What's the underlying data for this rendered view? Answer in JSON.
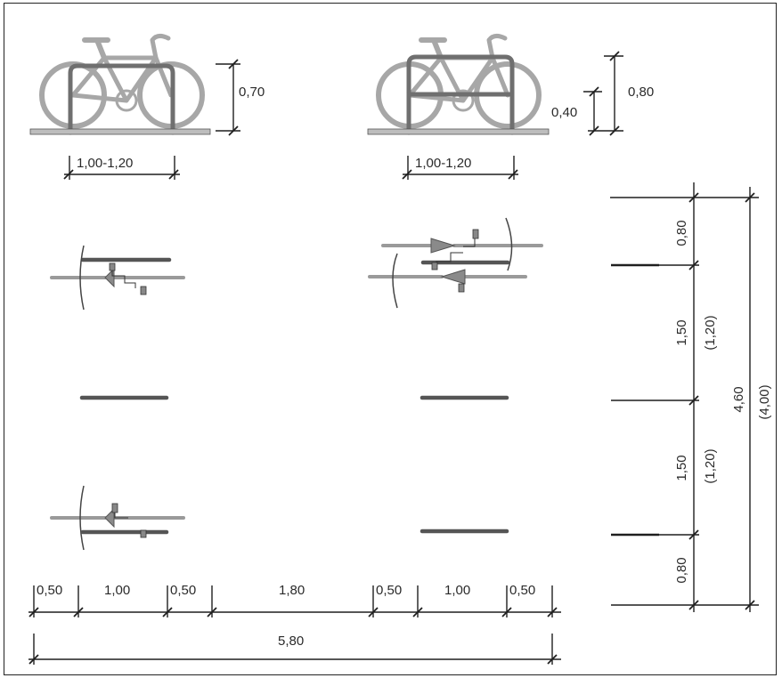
{
  "side_views": {
    "left": {
      "height": "0,70",
      "width": "1,00-1,20"
    },
    "right": {
      "height_total": "0,80",
      "height_bar": "0,40",
      "width": "1,00-1,20"
    }
  },
  "vertical_dims": {
    "top": "0,80",
    "mid1": "1,50",
    "mid1_alt": "(1,20)",
    "mid2": "1,50",
    "mid2_alt": "(1,20)",
    "bottom": "0,80",
    "total": "4,60",
    "total_alt": "(4,00)"
  },
  "horizontal_dims": {
    "seg1": "0,50",
    "seg2": "1,00",
    "seg3": "0,50",
    "seg4": "1,80",
    "seg5": "0,50",
    "seg6": "1,00",
    "seg7": "0,50",
    "total": "5,80"
  }
}
